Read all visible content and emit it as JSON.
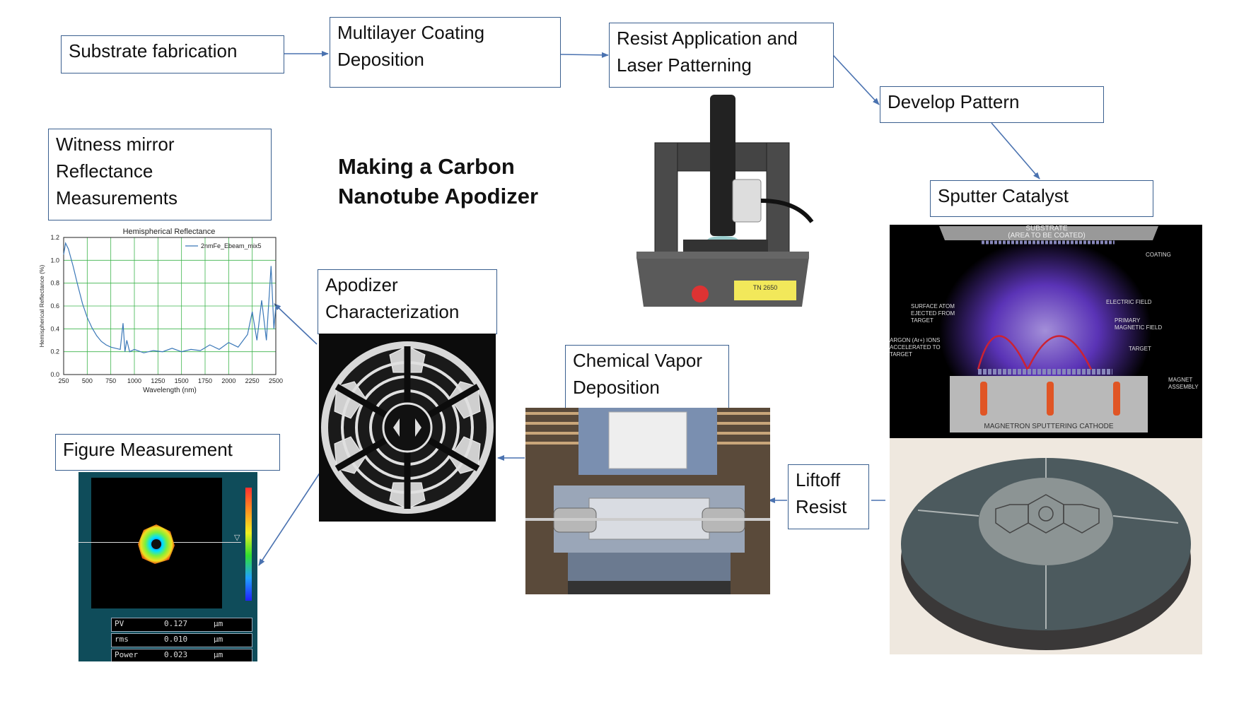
{
  "title": [
    "Making a Carbon",
    "Nanotube Apodizer"
  ],
  "boxes": {
    "substrate": "Substrate fabrication",
    "multilayer": [
      "Multilayer Coating",
      "Deposition"
    ],
    "resist": [
      "Resist Application and",
      "Laser Patterning"
    ],
    "develop": "Develop Pattern",
    "sputter": "Sputter Catalyst",
    "witness": [
      "Witness mirror",
      "Reflectance",
      "Measurements"
    ],
    "apodizer": [
      "Apodizer",
      "Characterization"
    ],
    "cvd": [
      "Chemical Vapor",
      "Deposition"
    ],
    "liftoff": [
      "Liftoff",
      "Resist"
    ],
    "figure": "Figure Measurement"
  },
  "colors": {
    "arrow": "#4a72b0",
    "box_border": "#3a5f8f",
    "chart_line": "#3b78b8",
    "grid": "#3cb44b"
  },
  "chart_data": {
    "type": "line",
    "title": "Hemispherical Reflectance",
    "xlabel": "Wavelength (nm)",
    "ylabel": "Hemispherical Reflectance (%)",
    "xlim": [
      250,
      2500
    ],
    "ylim": [
      0,
      1.2
    ],
    "xticks": [
      "250",
      "500",
      "750",
      "1000",
      "1250",
      "1500",
      "1750",
      "2000",
      "2250",
      "2500"
    ],
    "yticks": [
      "0.0",
      "0.2",
      "0.4",
      "0.6",
      "0.8",
      "1.0",
      "1.2"
    ],
    "grid": true,
    "legend": "top-right",
    "series": [
      {
        "name": "2nmFe_Ebeam_mix5",
        "x": [
          250,
          270,
          300,
          350,
          400,
          450,
          500,
          550,
          600,
          650,
          700,
          750,
          800,
          850,
          880,
          900,
          920,
          950,
          1000,
          1100,
          1200,
          1300,
          1400,
          1500,
          1600,
          1700,
          1800,
          1900,
          2000,
          2100,
          2200,
          2250,
          2300,
          2350,
          2400,
          2450,
          2480,
          2500
        ],
        "y": [
          1.05,
          1.15,
          1.1,
          0.95,
          0.78,
          0.62,
          0.5,
          0.41,
          0.34,
          0.29,
          0.26,
          0.24,
          0.23,
          0.22,
          0.45,
          0.2,
          0.3,
          0.2,
          0.22,
          0.19,
          0.21,
          0.2,
          0.23,
          0.2,
          0.22,
          0.21,
          0.26,
          0.22,
          0.28,
          0.24,
          0.35,
          0.55,
          0.3,
          0.65,
          0.3,
          0.95,
          0.4,
          0.6
        ]
      }
    ]
  },
  "sputter_labels": {
    "substrate": [
      "SUBSTRATE",
      "(AREA TO BE COATED)"
    ],
    "coating": "COATING",
    "surface_atom": [
      "SURFACE ATOM",
      "EJECTED FROM",
      "TARGET"
    ],
    "electric_field": "ELECTRIC FIELD",
    "primary_field": [
      "PRIMARY",
      "MAGNETIC FIELD"
    ],
    "argon": [
      "ARGON (Ar+) IONS",
      "ACCELERATED TO",
      "TARGET"
    ],
    "target": "TARGET",
    "magnet": [
      "MAGNET",
      "ASSEMBLY"
    ],
    "cathode": "MAGNETRON SPUTTERING CATHODE"
  },
  "figure_measurement": {
    "rows": [
      {
        "label": "PV",
        "value": "0.127",
        "unit": "µm"
      },
      {
        "label": "rms",
        "value": "0.010",
        "unit": "µm"
      },
      {
        "label": "Power",
        "value": "0.023",
        "unit": "µm"
      }
    ]
  },
  "instrument_label": "TN 2650"
}
